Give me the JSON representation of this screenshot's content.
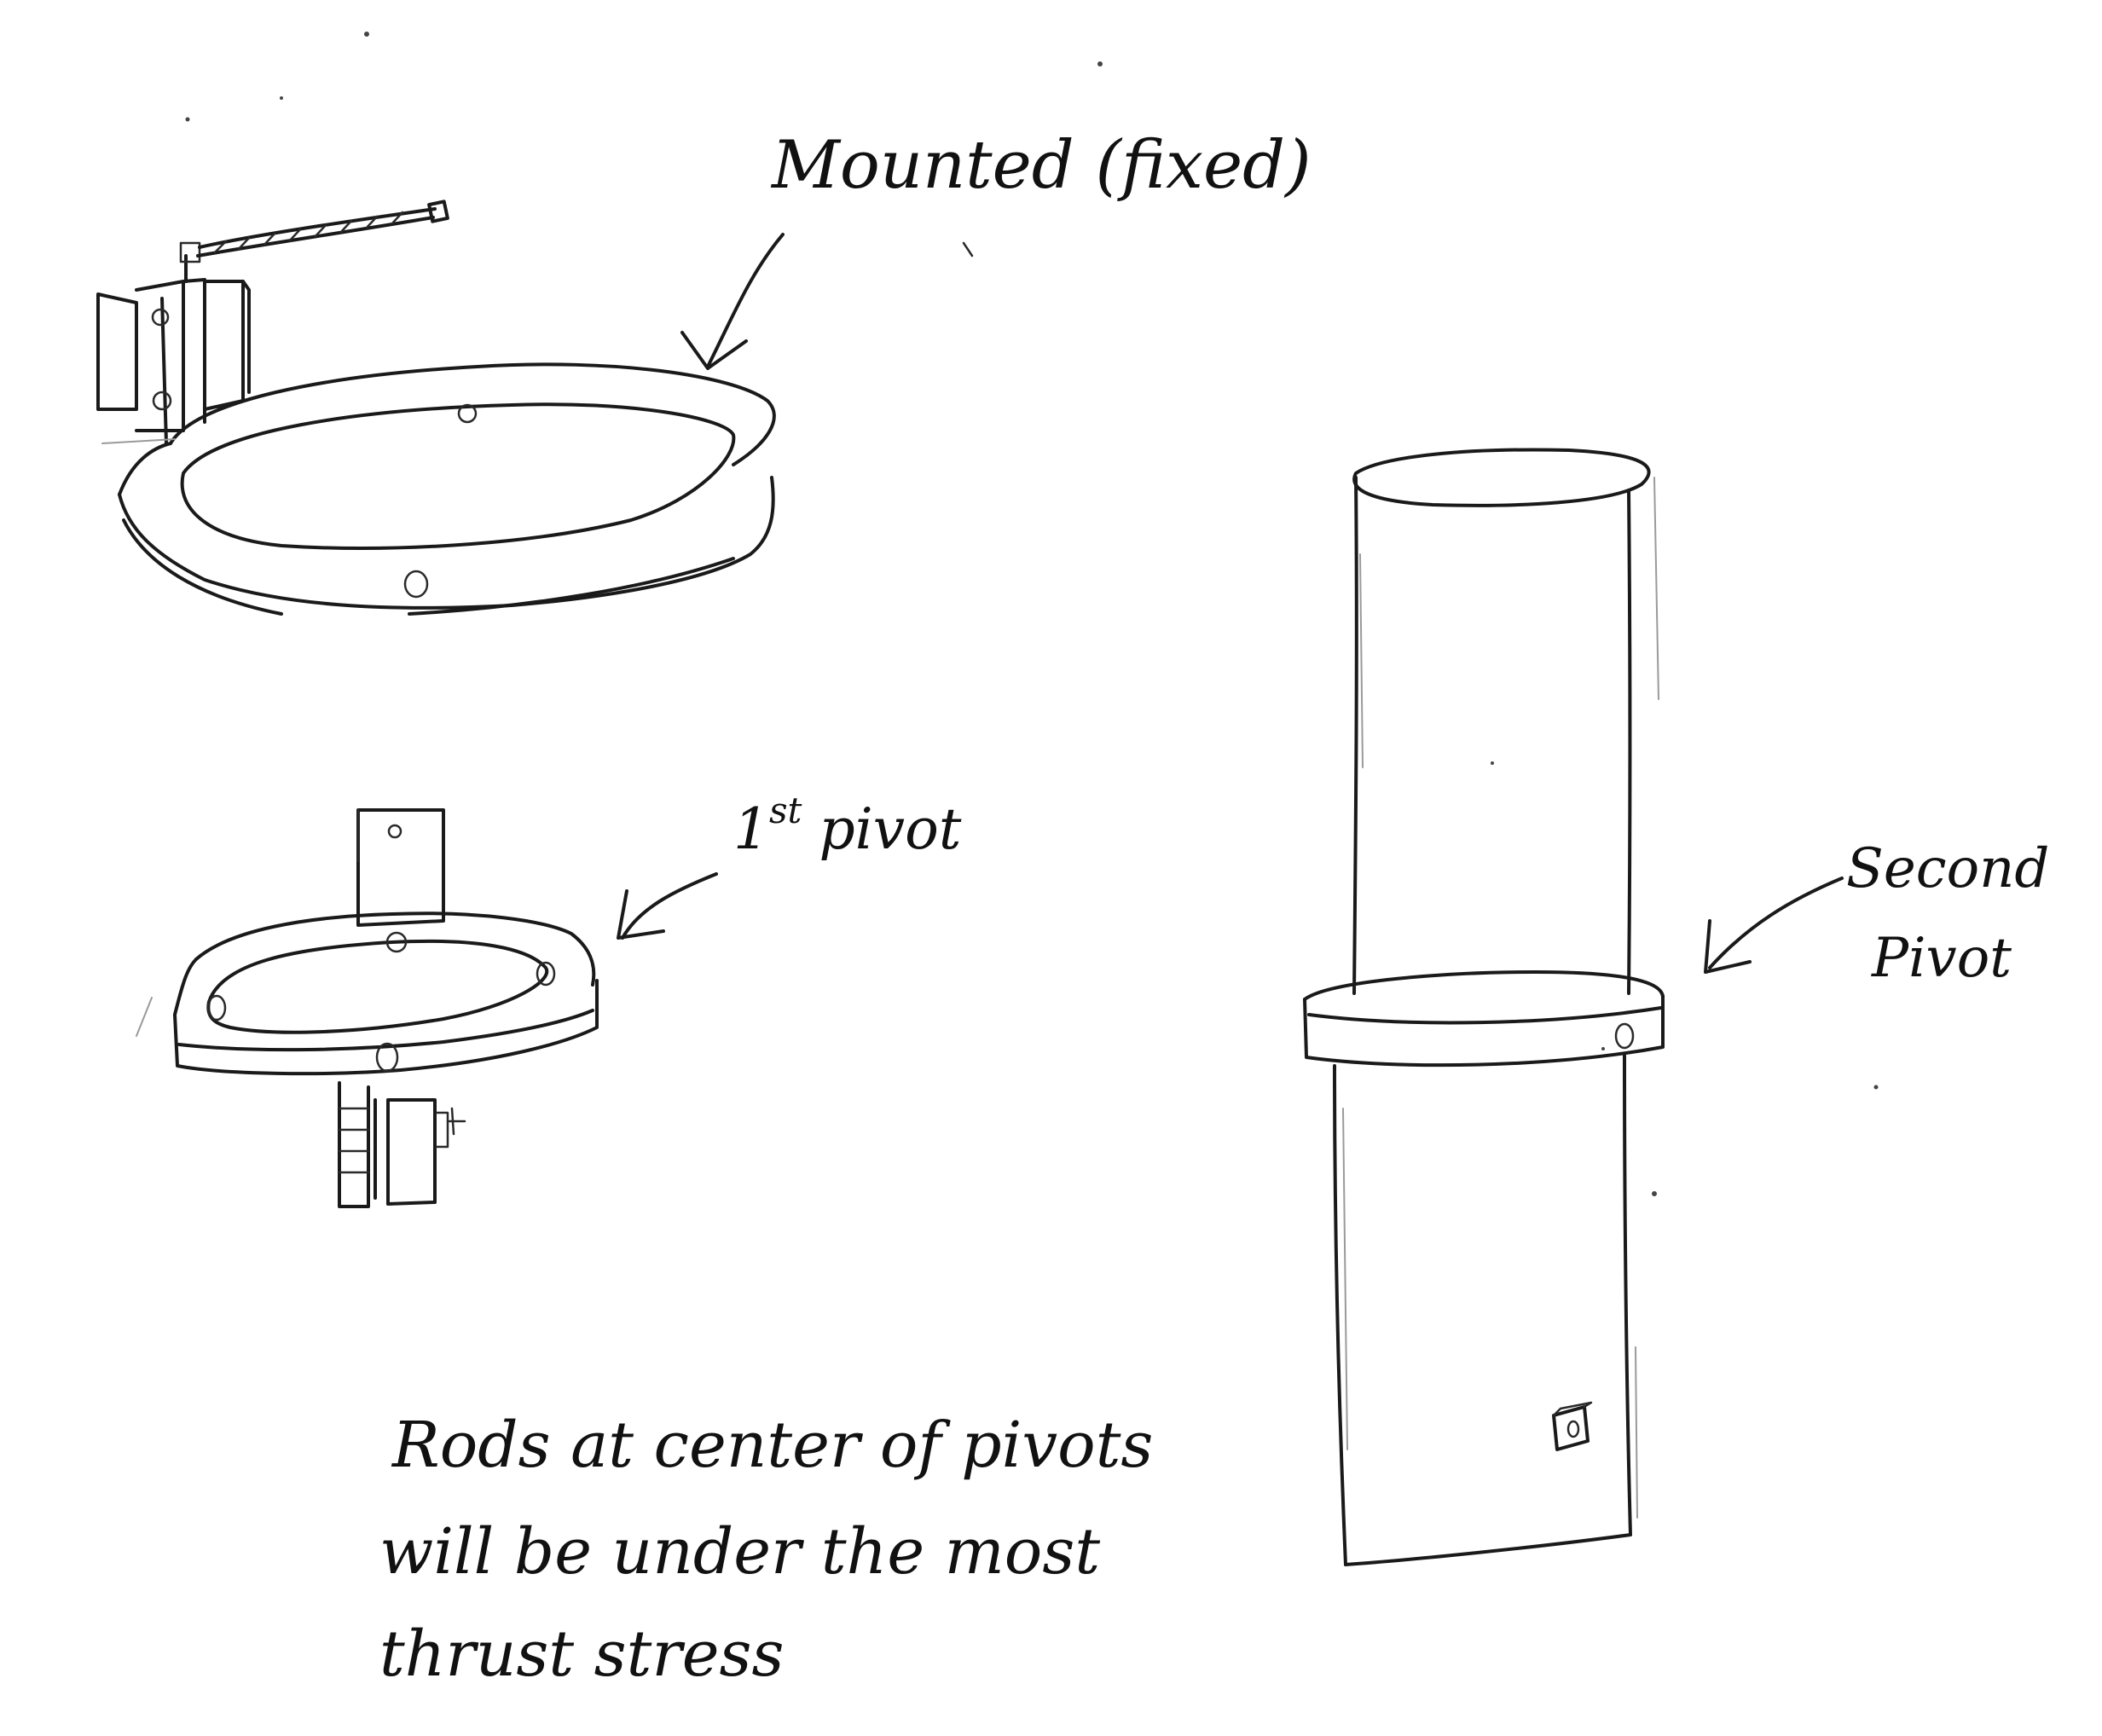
{
  "labels": {
    "mounted": "Mounted (fixed)",
    "first_pivot_num": "1",
    "first_pivot_sup": "st",
    "first_pivot_word": "pivot",
    "second_pivot_line1": "Second",
    "second_pivot_line2": "Pivot"
  },
  "note": {
    "line1": "Rods at center of pivots",
    "line2": "will be under the most",
    "line3": "thrust stress"
  },
  "colors": {
    "ink": "#1a1a1a",
    "paper": "#ffffff"
  }
}
